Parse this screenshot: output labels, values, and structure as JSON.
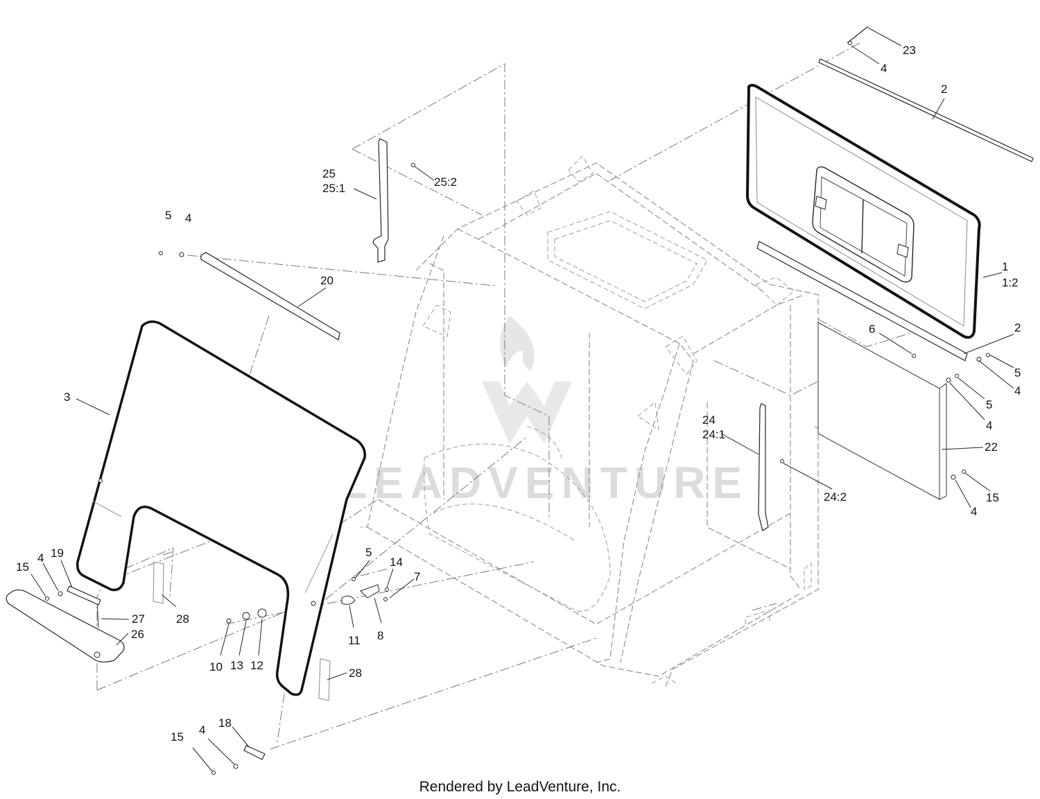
{
  "watermark": "LEADVENTURE",
  "footer": "Rendered by LeadVenture, Inc.",
  "callouts": [
    {
      "id": "23",
      "label": "23"
    },
    {
      "id": "4a",
      "label": "4"
    },
    {
      "id": "2a",
      "label": "2"
    },
    {
      "id": "25",
      "label": "25"
    },
    {
      "id": "25-1",
      "label": "25:1"
    },
    {
      "id": "25-2",
      "label": "25:2"
    },
    {
      "id": "5a",
      "label": "5"
    },
    {
      "id": "4b",
      "label": "4"
    },
    {
      "id": "20",
      "label": "20"
    },
    {
      "id": "1",
      "label": "1"
    },
    {
      "id": "1-2",
      "label": "1:2"
    },
    {
      "id": "2b",
      "label": "2"
    },
    {
      "id": "6",
      "label": "6"
    },
    {
      "id": "5b",
      "label": "5"
    },
    {
      "id": "4c",
      "label": "4"
    },
    {
      "id": "5c",
      "label": "5"
    },
    {
      "id": "4d",
      "label": "4"
    },
    {
      "id": "3",
      "label": "3"
    },
    {
      "id": "24",
      "label": "24"
    },
    {
      "id": "24-1",
      "label": "24:1"
    },
    {
      "id": "22",
      "label": "22"
    },
    {
      "id": "24-2",
      "label": "24:2"
    },
    {
      "id": "15a",
      "label": "15"
    },
    {
      "id": "4e",
      "label": "4"
    },
    {
      "id": "15b",
      "label": "15"
    },
    {
      "id": "4f",
      "label": "4"
    },
    {
      "id": "19",
      "label": "19"
    },
    {
      "id": "5d",
      "label": "5"
    },
    {
      "id": "14",
      "label": "14"
    },
    {
      "id": "7",
      "label": "7"
    },
    {
      "id": "27",
      "label": "27"
    },
    {
      "id": "28a",
      "label": "28"
    },
    {
      "id": "26",
      "label": "26"
    },
    {
      "id": "11",
      "label": "11"
    },
    {
      "id": "8",
      "label": "8"
    },
    {
      "id": "10",
      "label": "10"
    },
    {
      "id": "13",
      "label": "13"
    },
    {
      "id": "12",
      "label": "12"
    },
    {
      "id": "28b",
      "label": "28"
    },
    {
      "id": "18",
      "label": "18"
    },
    {
      "id": "15c",
      "label": "15"
    },
    {
      "id": "4g",
      "label": "4"
    }
  ]
}
